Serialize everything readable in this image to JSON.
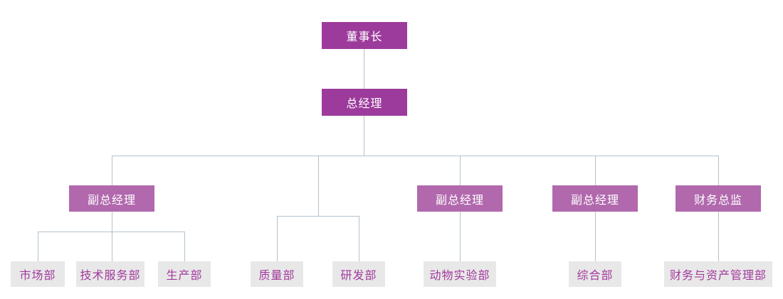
{
  "diagram": {
    "type": "org-chart",
    "nodes": {
      "chairman": {
        "label": "董事长",
        "level": 1
      },
      "general_manager": {
        "label": "总经理",
        "level": 2
      },
      "vp1": {
        "label": "副总经理",
        "level": 3
      },
      "vp2": {
        "label": "副总经理",
        "level": 3
      },
      "vp3": {
        "label": "副总经理",
        "level": 3
      },
      "cfo": {
        "label": "财务总监",
        "level": 3
      },
      "market": {
        "label": "市场部",
        "level": 4
      },
      "tech_service": {
        "label": "技术服务部",
        "level": 4
      },
      "production": {
        "label": "生产部",
        "level": 4
      },
      "quality": {
        "label": "质量部",
        "level": 4
      },
      "rd": {
        "label": "研发部",
        "level": 4
      },
      "animal_lab": {
        "label": "动物实验部",
        "level": 4
      },
      "general_affairs": {
        "label": "综合部",
        "level": 4
      },
      "finance_assets": {
        "label": "财务与资产管理部",
        "level": 4
      }
    },
    "edges": [
      [
        "chairman",
        "general_manager"
      ],
      [
        "general_manager",
        "vp1"
      ],
      [
        "general_manager",
        "quality"
      ],
      [
        "general_manager",
        "rd"
      ],
      [
        "general_manager",
        "vp2"
      ],
      [
        "general_manager",
        "vp3"
      ],
      [
        "general_manager",
        "cfo"
      ],
      [
        "vp1",
        "market"
      ],
      [
        "vp1",
        "tech_service"
      ],
      [
        "vp1",
        "production"
      ],
      [
        "vp2",
        "animal_lab"
      ],
      [
        "vp3",
        "general_affairs"
      ],
      [
        "cfo",
        "finance_assets"
      ]
    ],
    "colors": {
      "exec_fill": "#9c3b9c",
      "exec_text": "#ffffff",
      "mid_fill": "#b168ad",
      "mid_text": "#ffffff",
      "dept_fill": "#e8e8e8",
      "dept_text": "#a1399c",
      "connector": "#b3c2cd",
      "background": "#ffffff"
    }
  }
}
